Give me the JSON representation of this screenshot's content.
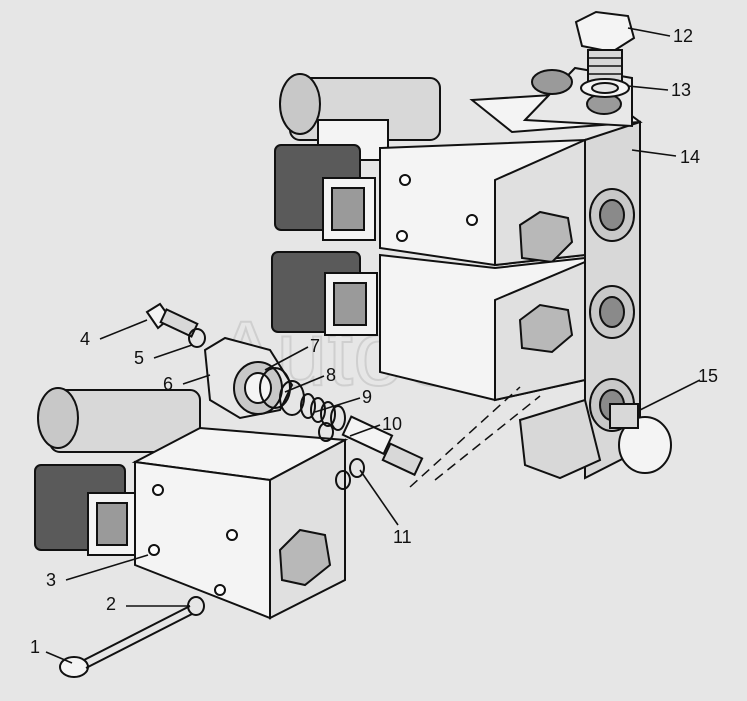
{
  "watermark": "AutoSoft",
  "colors": {
    "background": "#e6e6e6",
    "body_light": "#f4f4f4",
    "body_mid": "#d8d8d8",
    "connector_dark": "#5a5a5a",
    "line": "#111111"
  },
  "callouts": [
    {
      "id": "1",
      "label": "1"
    },
    {
      "id": "2",
      "label": "2"
    },
    {
      "id": "3",
      "label": "3"
    },
    {
      "id": "4",
      "label": "4"
    },
    {
      "id": "5",
      "label": "5"
    },
    {
      "id": "6",
      "label": "6"
    },
    {
      "id": "7",
      "label": "7"
    },
    {
      "id": "8",
      "label": "8"
    },
    {
      "id": "9",
      "label": "9"
    },
    {
      "id": "10",
      "label": "10"
    },
    {
      "id": "11",
      "label": "11"
    },
    {
      "id": "12",
      "label": "12"
    },
    {
      "id": "13",
      "label": "13"
    },
    {
      "id": "14",
      "label": "14"
    },
    {
      "id": "15",
      "label": "15"
    }
  ]
}
